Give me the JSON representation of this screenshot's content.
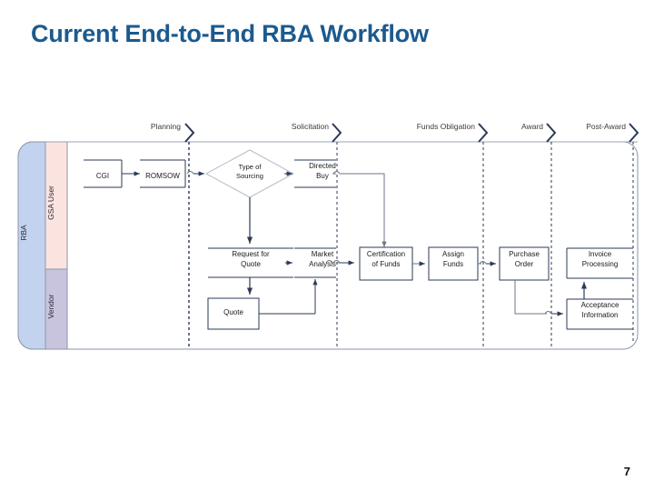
{
  "slide": {
    "title": "Current End-to-End RBA Workflow",
    "page_number": "7",
    "title_color": "#1b5a8e"
  },
  "diagram": {
    "type": "swimlane-flowchart",
    "outer_lane": {
      "label": "RBA",
      "color": "#c3d2ee"
    },
    "lanes": [
      {
        "name": "gsa-user",
        "label": "GSA User",
        "color": "#fbe4e0"
      },
      {
        "name": "vendor",
        "label": "Vendor",
        "color": "#c8c4de"
      }
    ],
    "phases": [
      {
        "name": "planning",
        "label": "Planning"
      },
      {
        "name": "solicitation",
        "label": "Solicitation"
      },
      {
        "name": "funds-obligation",
        "label": "Funds Obligation"
      },
      {
        "name": "award",
        "label": "Award"
      },
      {
        "name": "post-award",
        "label": "Post-Award"
      }
    ],
    "nodes": [
      {
        "id": "cgi",
        "label": "CGI",
        "shape": "open",
        "lane": "gsa-user",
        "phase": "planning"
      },
      {
        "id": "romsow",
        "label": "ROMSOW",
        "shape": "open",
        "lane": "gsa-user",
        "phase": "planning"
      },
      {
        "id": "type-of-sourcing",
        "label": "Type of\nSourcing",
        "shape": "diamond",
        "lane": "gsa-user",
        "phase": "solicitation"
      },
      {
        "id": "directed-buy",
        "label": "Directed\nBuy",
        "shape": "open",
        "lane": "gsa-user",
        "phase": "solicitation"
      },
      {
        "id": "request-for-quote",
        "label": "Request for\nQuote",
        "shape": "open",
        "lane": "gsa-user",
        "phase": "solicitation"
      },
      {
        "id": "market-analysis",
        "label": "Market\nAnalysis",
        "shape": "open",
        "lane": "gsa-user",
        "phase": "solicitation"
      },
      {
        "id": "quote",
        "label": "Quote",
        "shape": "box",
        "lane": "vendor",
        "phase": "solicitation"
      },
      {
        "id": "certification-of-funds",
        "label": "Certification\nof Funds",
        "shape": "box",
        "lane": "gsa-user",
        "phase": "funds-obligation"
      },
      {
        "id": "assign-funds",
        "label": "Assign\nFunds",
        "shape": "box",
        "lane": "gsa-user",
        "phase": "funds-obligation"
      },
      {
        "id": "purchase-order",
        "label": "Purchase\nOrder",
        "shape": "box",
        "lane": "gsa-user",
        "phase": "award"
      },
      {
        "id": "invoice-processing",
        "label": "Invoice\nProcessing",
        "shape": "open",
        "lane": "gsa-user",
        "phase": "post-award"
      },
      {
        "id": "acceptance-information",
        "label": "Acceptance\nInformation",
        "shape": "open",
        "lane": "vendor",
        "phase": "post-award"
      }
    ],
    "node_text": {
      "cgi": {
        "l1": "CGI",
        "l2": ""
      },
      "romsow": {
        "l1": "ROMSOW",
        "l2": ""
      },
      "type_of_sourcing": {
        "l1": "Type of",
        "l2": "Sourcing"
      },
      "directed_buy": {
        "l1": "Directed",
        "l2": "Buy"
      },
      "request_for_quote": {
        "l1": "Request for",
        "l2": "Quote"
      },
      "market_analysis": {
        "l1": "Market",
        "l2": "Analysis"
      },
      "quote": {
        "l1": "Quote",
        "l2": ""
      },
      "certification_of_funds": {
        "l1": "Certification",
        "l2": "of Funds"
      },
      "assign_funds": {
        "l1": "Assign",
        "l2": "Funds"
      },
      "purchase_order": {
        "l1": "Purchase",
        "l2": "Order"
      },
      "invoice_processing": {
        "l1": "Invoice",
        "l2": "Processing"
      },
      "acceptance_information": {
        "l1": "Acceptance",
        "l2": "Information"
      }
    },
    "edges": [
      {
        "from": "cgi",
        "to": "romsow"
      },
      {
        "from": "romsow",
        "to": "type-of-sourcing"
      },
      {
        "from": "type-of-sourcing",
        "to": "directed-buy"
      },
      {
        "from": "type-of-sourcing",
        "to": "request-for-quote"
      },
      {
        "from": "request-for-quote",
        "to": "quote"
      },
      {
        "from": "quote",
        "to": "market-analysis"
      },
      {
        "from": "market-analysis",
        "to": "certification-of-funds"
      },
      {
        "from": "directed-buy",
        "to": "certification-of-funds"
      },
      {
        "from": "certification-of-funds",
        "to": "assign-funds"
      },
      {
        "from": "assign-funds",
        "to": "purchase-order"
      },
      {
        "from": "purchase-order",
        "to": "acceptance-information"
      },
      {
        "from": "acceptance-information",
        "to": "invoice-processing"
      }
    ]
  }
}
